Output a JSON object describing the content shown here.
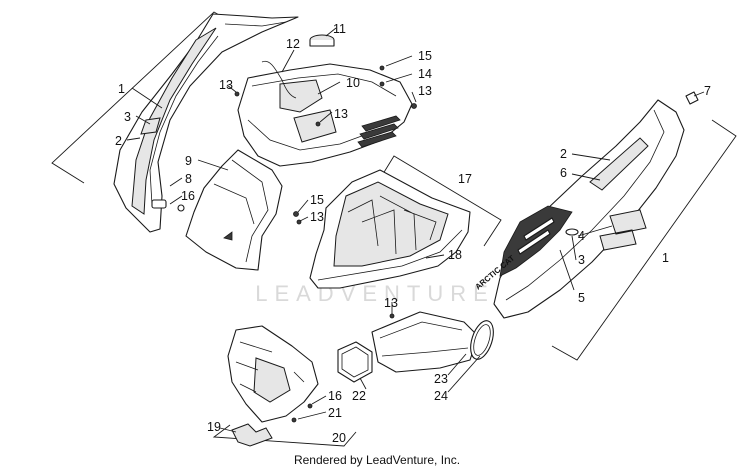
{
  "watermark": "LEADVENTURE",
  "credit": "Rendered by LeadVenture, Inc.",
  "decal_text": "ARCTIC CAT",
  "callouts": [
    "1",
    "2",
    "3",
    "2",
    "8",
    "16",
    "9",
    "12",
    "11",
    "13",
    "14",
    "10",
    "15",
    "13",
    "13",
    "15",
    "17",
    "18",
    "13",
    "7",
    "2",
    "6",
    "4",
    "3",
    "5",
    "1",
    "22",
    "23",
    "24",
    "16",
    "21",
    "19",
    "20"
  ]
}
